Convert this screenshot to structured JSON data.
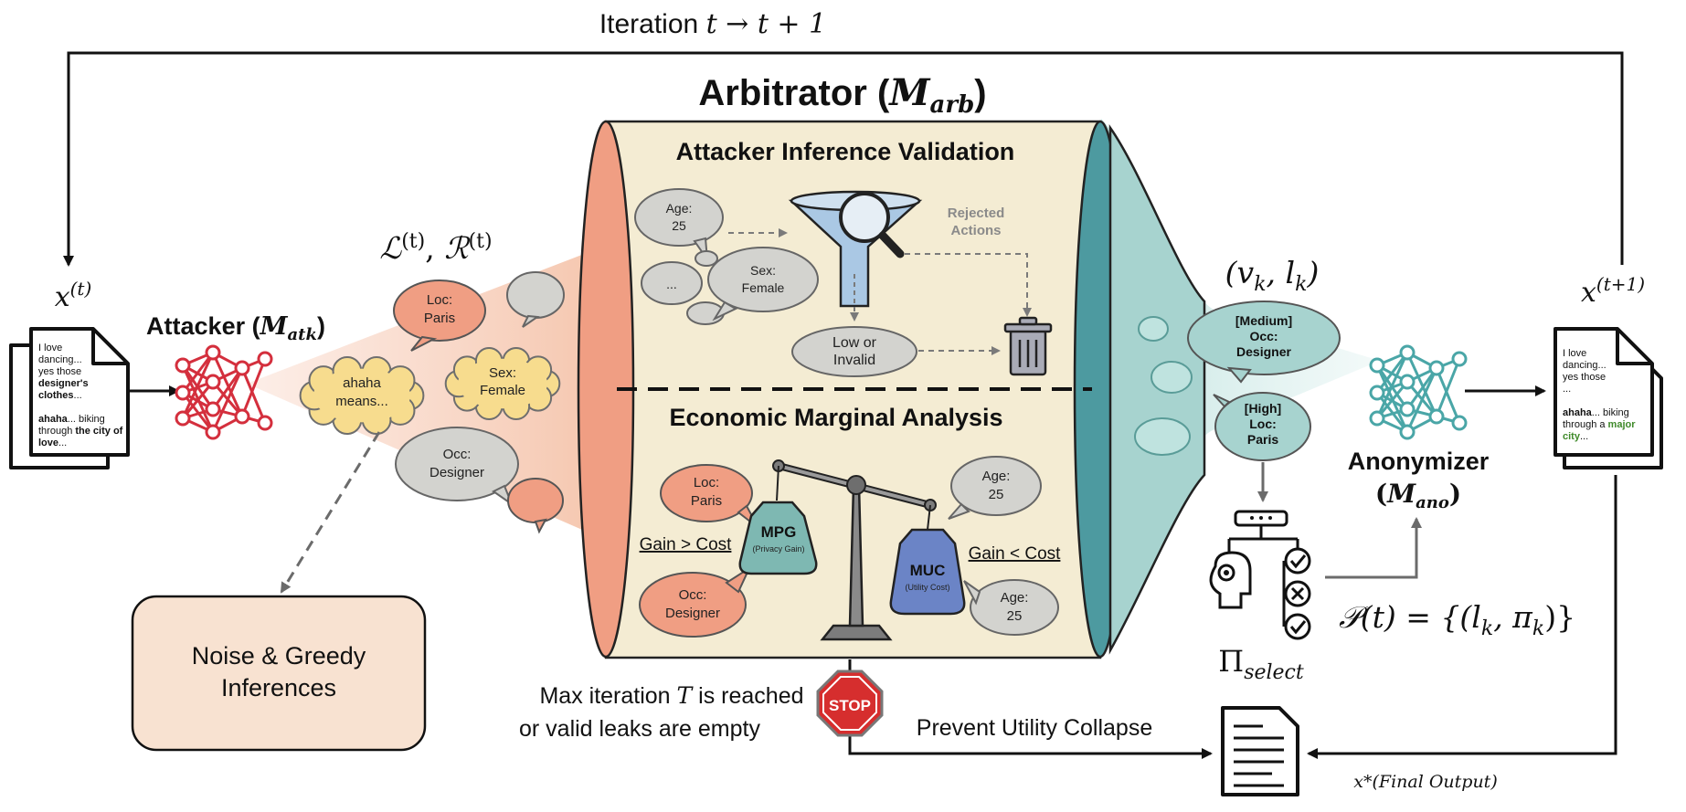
{
  "loop": {
    "label_prefix": "Iteration",
    "label_math": "t → t + 1"
  },
  "arbitrator": {
    "title_text": "Arbitrator (",
    "title_math_base": "M",
    "title_math_sub": "arb",
    "title_close": ")"
  },
  "validation": {
    "title": "Attacker Inference Validation",
    "bubble_age_line1": "Age:",
    "bubble_age_line2": "25",
    "bubble_dots": "...",
    "bubble_sex_line1": "Sex:",
    "bubble_sex_line2": "Female",
    "rejected_line1": "Rejected",
    "rejected_line2": "Actions",
    "low_line1": "Low or",
    "low_line2": "Invalid"
  },
  "economic": {
    "title": "Economic Marginal Analysis",
    "bubble_loc_line1": "Loc:",
    "bubble_loc_line2": "Paris",
    "bubble_occ_line1": "Occ:",
    "bubble_occ_line2": "Designer",
    "bubble_age1_line1": "Age:",
    "bubble_age1_line2": "25",
    "bubble_age2_line1": "Age:",
    "bubble_age2_line2": "25",
    "gain_gt": "Gain > Cost",
    "gain_lt": "Gain < Cost",
    "mpg": "MPG",
    "mpg_sub": "(Privacy Gain)",
    "muc": "MUC",
    "muc_sub": "(Utility Cost)"
  },
  "input_doc": {
    "var_base": "x",
    "var_sup": "(t)",
    "lines": [
      {
        "pre": "I love",
        "bold": "",
        "post": ""
      },
      {
        "pre": "dancing...",
        "bold": "",
        "post": ""
      },
      {
        "pre": "yes those",
        "bold": "",
        "post": ""
      },
      {
        "pre": "",
        "bold": "designer's",
        "post": ""
      },
      {
        "pre": "",
        "bold": "clothes",
        "post": "..."
      },
      {
        "pre": "",
        "bold": "",
        "post": ""
      },
      {
        "pre": "",
        "bold": "ahaha",
        "post": "... biking"
      },
      {
        "pre": "through ",
        "bold": "the city of",
        "post": ""
      },
      {
        "pre": "",
        "bold": "love",
        "post": "..."
      }
    ]
  },
  "output_doc": {
    "var_base": "x",
    "var_sup": "(t+1)",
    "lines": [
      {
        "pre": "I love",
        "bold": "",
        "post": "",
        "green": ""
      },
      {
        "pre": "dancing...",
        "bold": "",
        "post": "",
        "green": ""
      },
      {
        "pre": "yes those",
        "bold": "",
        "post": "",
        "green": ""
      },
      {
        "pre": "...",
        "bold": "",
        "post": "",
        "green": ""
      },
      {
        "pre": "",
        "bold": "",
        "post": "",
        "green": ""
      },
      {
        "pre": "",
        "bold": "ahaha",
        "post": "... biking",
        "green": ""
      },
      {
        "pre": "through a ",
        "bold": "",
        "post": "",
        "green": "major"
      },
      {
        "pre": "",
        "bold": "",
        "post": "...",
        "green": "city"
      }
    ]
  },
  "attacker": {
    "label": "Attacker (",
    "math_base": "M",
    "math_sub": "atk",
    "close": ")"
  },
  "leaks": {
    "math": "ℒ(t), ℛ(t)",
    "l_base": "ℒ",
    "r_base": "ℛ",
    "sup": "(t)",
    "bubble_loc_line1": "Loc:",
    "bubble_loc_line2": "Paris",
    "cloud1_line1": "ahaha",
    "cloud1_line2": "means...",
    "cloud2_line1": "Sex:",
    "cloud2_line2": "Female",
    "bubble_occ_line1": "Occ:",
    "bubble_occ_line2": "Designer"
  },
  "noise_box": {
    "line1": "Noise & Greedy",
    "line2": "Inferences"
  },
  "stop": {
    "sign": "STOP",
    "text_line1_pre": "Max iteration ",
    "text_line1_math": "T",
    "text_line1_post": " is reached",
    "text_line2": "or valid leaks are empty",
    "prevent": "Prevent Utility Collapse"
  },
  "right_side": {
    "vk_lk": "(v",
    "vk_sub": "k",
    "comma": ", l",
    "lk_sub": "k",
    "close_paren": ")",
    "bubble1_line1": "[Medium]",
    "bubble1_line2": "Occ:",
    "bubble1_line3": "Designer",
    "bubble2_line1": "[High]",
    "bubble2_line2": "Loc:",
    "bubble2_line3": "Paris",
    "anonymizer_label": "Anonymizer",
    "anonymizer_math_base": "M",
    "anonymizer_math_sub": "ano",
    "pi_base": "Π",
    "pi_sub": "select",
    "policy": "𝒫(t) = {(l",
    "policy_sub_k": "k",
    "policy_mid": ", π",
    "policy_end": ")}",
    "final_output": "x*(Final Output)"
  },
  "colors": {
    "salmon": "#f09e83",
    "salmon_dark": "#d9785c",
    "teal": "#4d9aa0",
    "teal_light": "#a7d3cf",
    "cream": "#f4ecd3",
    "gray_bubble": "#d3d3cf",
    "yellow_cloud": "#f7dc8e",
    "red_net": "#d42f3d",
    "teal_net": "#4aa6a7",
    "noise_box": "#f8e2d1",
    "stop_red": "#d62e2e",
    "green_text": "#3f8a2a"
  }
}
